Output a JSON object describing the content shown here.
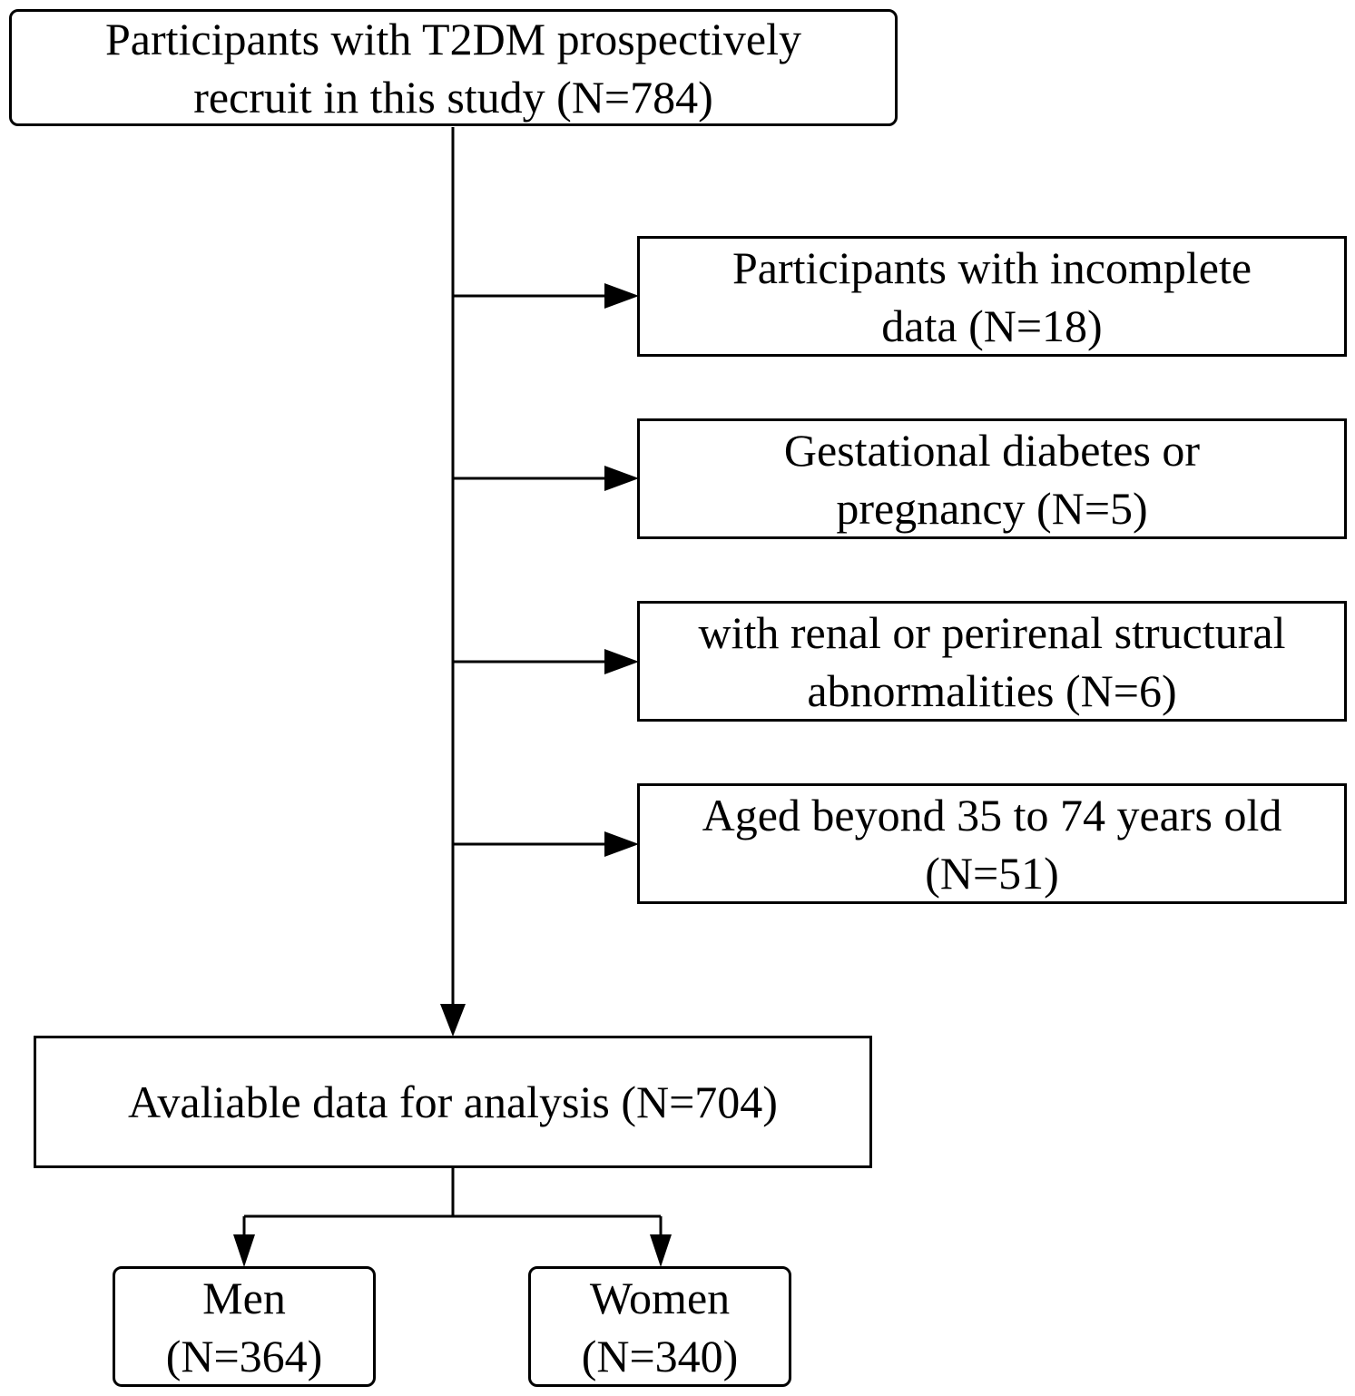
{
  "flowchart": {
    "start": {
      "line1": "Participants with T2DM prospectively",
      "line2": "recruit in this study (N=784)"
    },
    "exclusions": [
      {
        "line1": "Participants with incomplete",
        "line2": "data (N=18)"
      },
      {
        "line1": "Gestational diabetes or",
        "line2": "pregnancy (N=5)"
      },
      {
        "line1": "with renal or perirenal structural",
        "line2": "abnormalities (N=6)"
      },
      {
        "line1": "Aged beyond 35 to 74 years old",
        "line2": "(N=51)"
      }
    ],
    "analysis": {
      "line1": "Avaliable data for analysis (N=704)"
    },
    "groups": [
      {
        "line1": "Men",
        "line2": "(N=364)"
      },
      {
        "line1": "Women",
        "line2": "(N=340)"
      }
    ]
  },
  "colors": {
    "stroke": "#000000",
    "background": "#ffffff"
  }
}
